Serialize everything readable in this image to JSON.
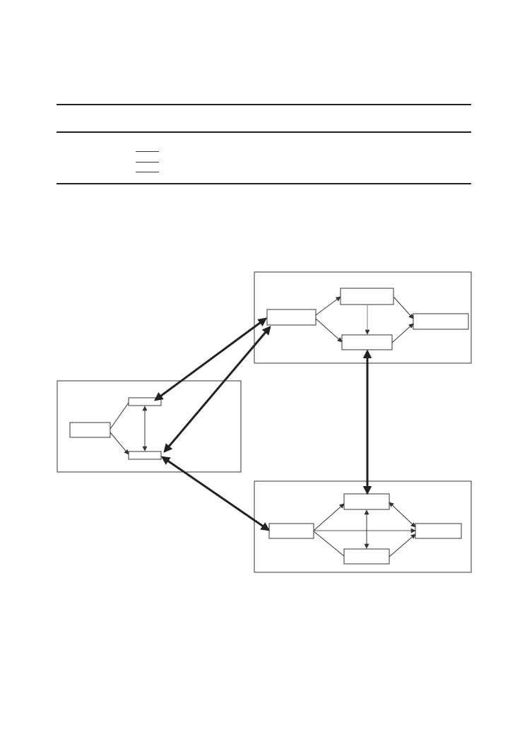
{
  "table": {
    "rows": [
      {
        "id": "row-1"
      },
      {
        "id": "row-2"
      },
      {
        "id": "row-3"
      }
    ]
  },
  "diagram": {
    "panels": [
      {
        "id": "left-panel",
        "nodes": [
          "left-source",
          "left-top",
          "left-bottom"
        ]
      },
      {
        "id": "top-right-panel",
        "nodes": [
          "tr-source",
          "tr-top",
          "tr-bottom",
          "tr-target"
        ]
      },
      {
        "id": "bottom-right-panel",
        "nodes": [
          "br-source",
          "br-top",
          "br-bottom",
          "br-target"
        ]
      }
    ],
    "edges": [
      {
        "from": "left-source",
        "to": "left-top",
        "style": "line"
      },
      {
        "from": "left-source",
        "to": "left-bottom",
        "style": "arrow"
      },
      {
        "from": "left-top",
        "to": "left-bottom",
        "style": "double-arrow"
      },
      {
        "from": "tr-source",
        "to": "tr-top",
        "style": "arrow"
      },
      {
        "from": "tr-source",
        "to": "tr-bottom",
        "style": "arrow"
      },
      {
        "from": "tr-top",
        "to": "tr-bottom",
        "style": "arrow"
      },
      {
        "from": "tr-top",
        "to": "tr-target",
        "style": "arrow"
      },
      {
        "from": "tr-bottom",
        "to": "tr-target",
        "style": "arrow"
      },
      {
        "from": "br-source",
        "to": "br-top",
        "style": "arrow"
      },
      {
        "from": "br-source",
        "to": "br-bottom",
        "style": "line"
      },
      {
        "from": "br-source",
        "to": "br-target",
        "style": "arrow"
      },
      {
        "from": "br-top",
        "to": "br-bottom",
        "style": "double-arrow"
      },
      {
        "from": "br-top",
        "to": "br-target",
        "style": "double-arrow"
      },
      {
        "from": "br-bottom",
        "to": "br-target",
        "style": "arrow"
      },
      {
        "from": "left-top",
        "to": "tr-source",
        "style": "bold-double-arrow"
      },
      {
        "from": "left-bottom",
        "to": "tr-source",
        "style": "bold-double-arrow"
      },
      {
        "from": "left-bottom",
        "to": "br-source",
        "style": "bold-double-arrow"
      },
      {
        "from": "tr-bottom",
        "to": "br-top",
        "style": "bold-double-arrow"
      }
    ]
  }
}
